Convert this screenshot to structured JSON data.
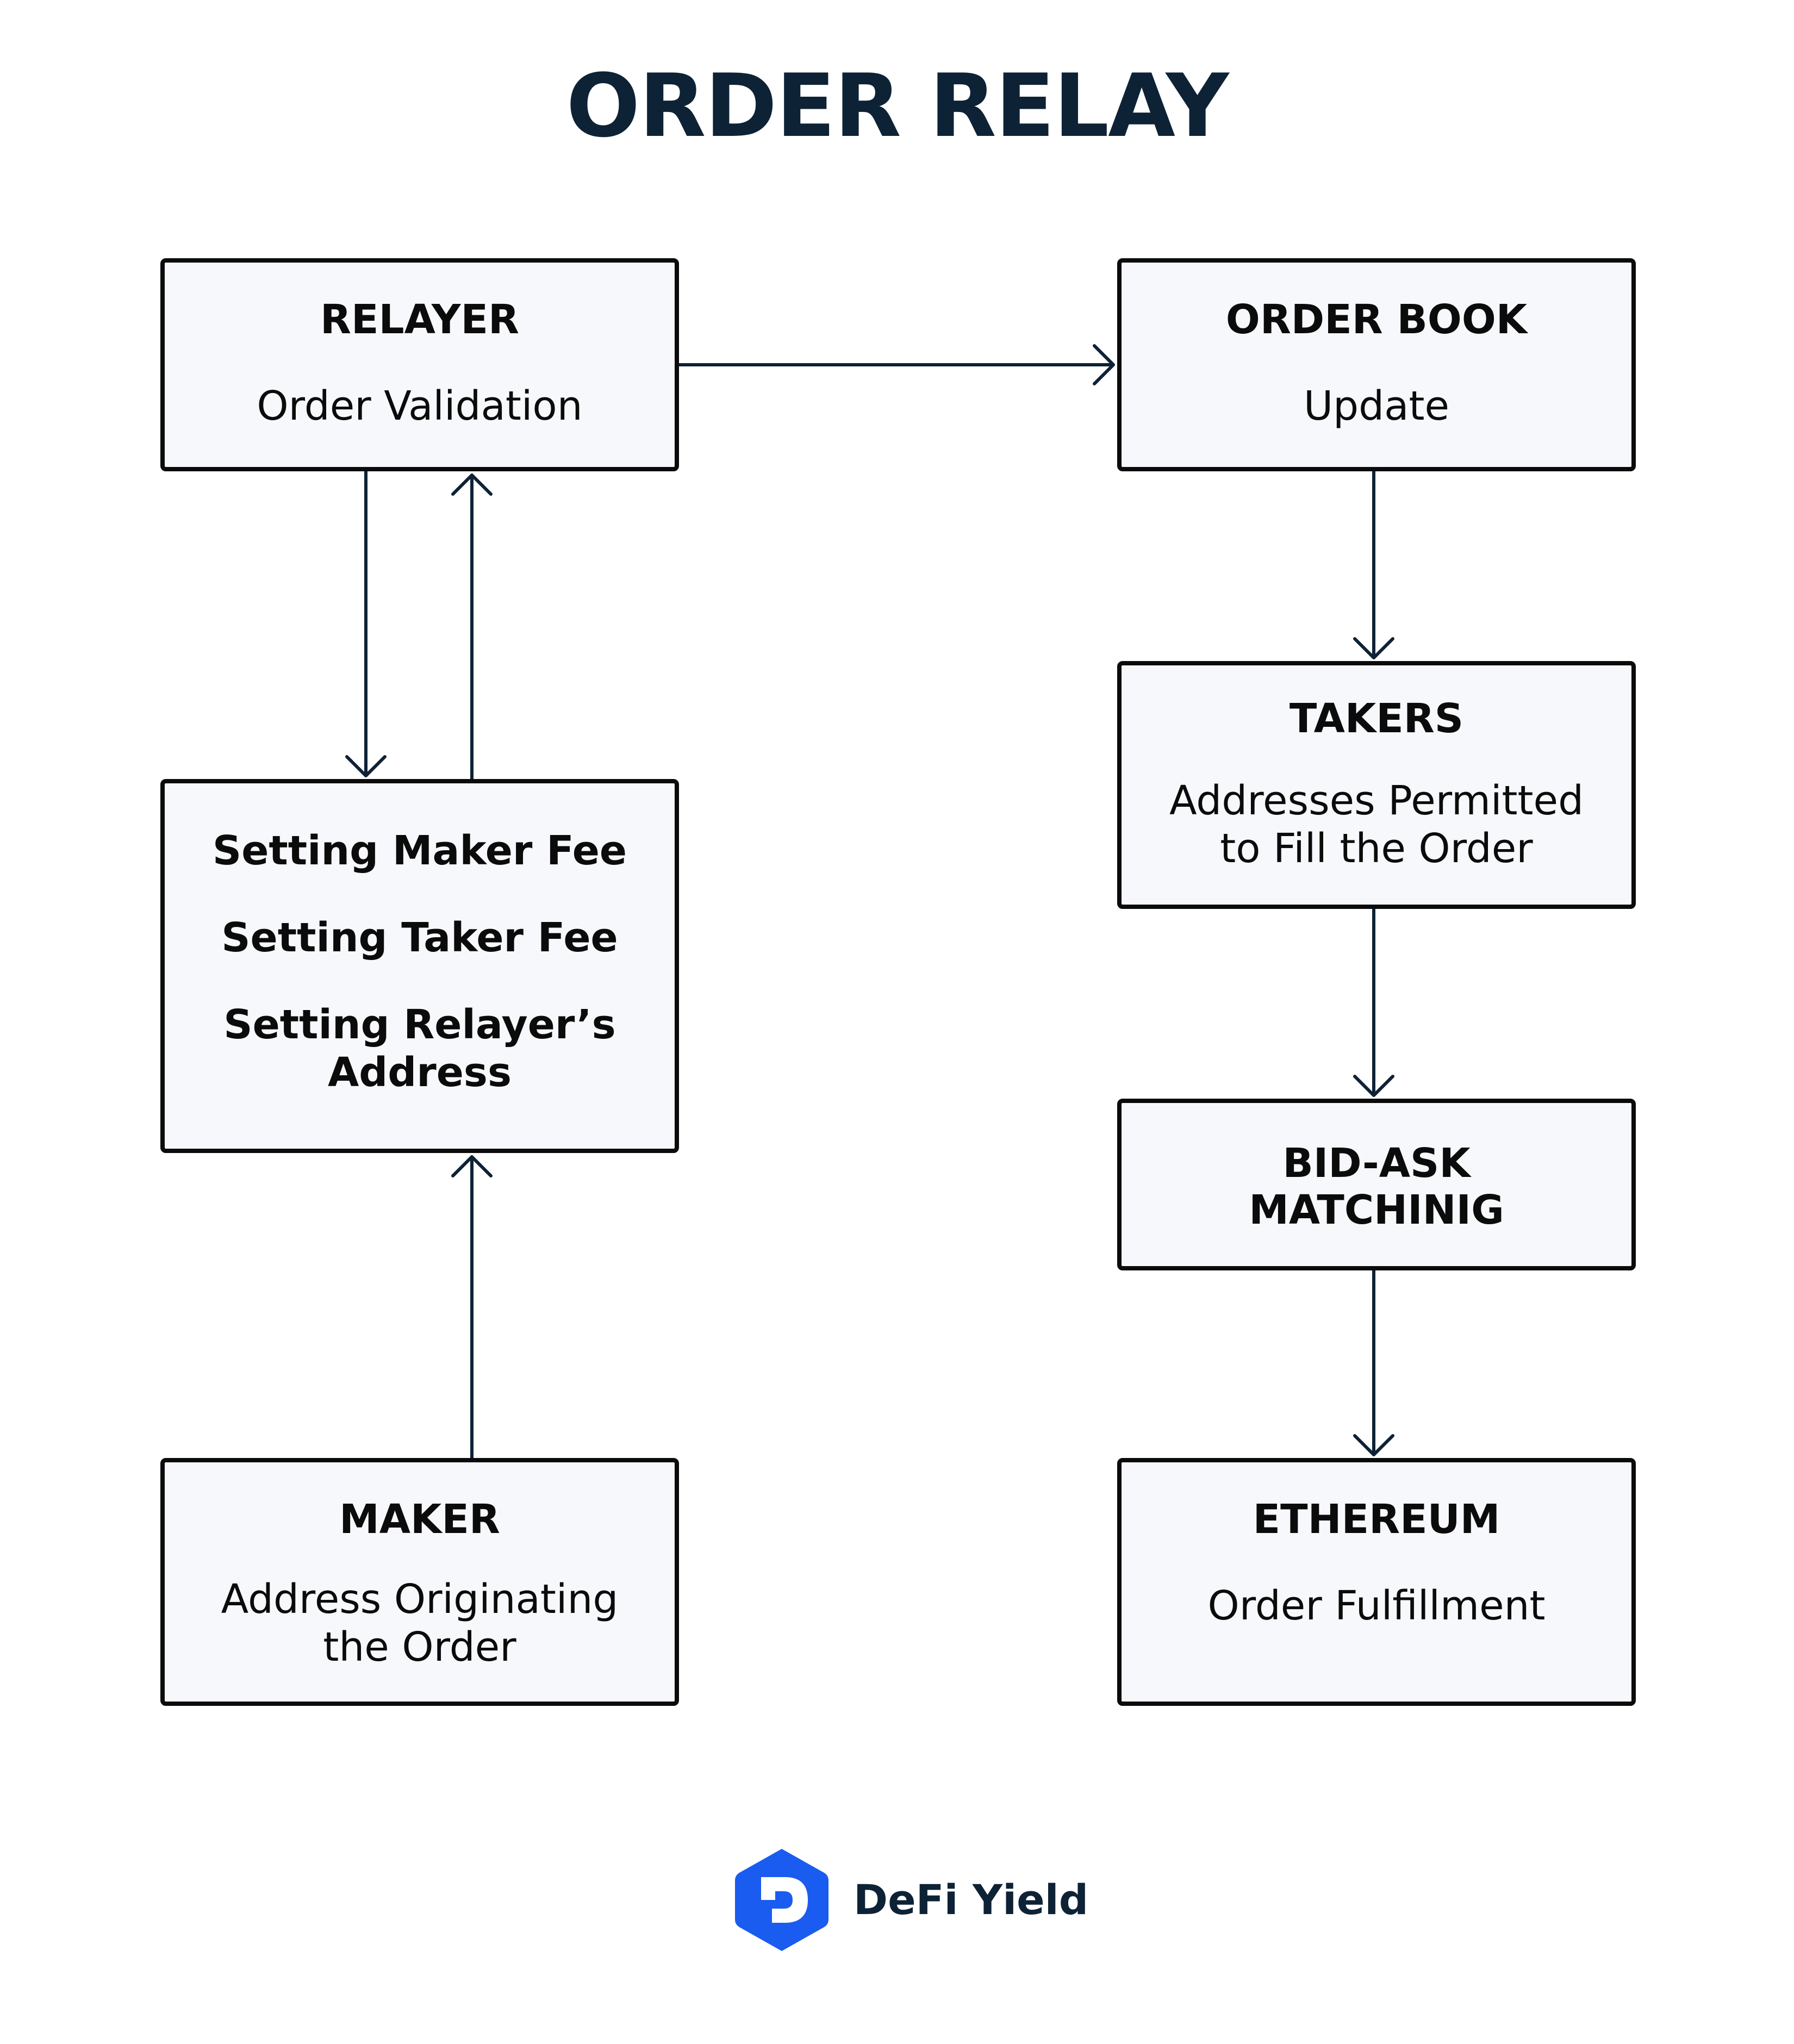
{
  "title": "ORDER RELAY",
  "nodes": {
    "relayer": {
      "heading": "RELAYER",
      "description": [
        "Order Validation"
      ]
    },
    "order_book": {
      "heading": "ORDER BOOK",
      "description": [
        "Update"
      ]
    },
    "fees": {
      "items": [
        "Setting Maker Fee",
        "Setting Taker Fee",
        "Setting Relayer’s",
        "Address"
      ]
    },
    "takers": {
      "heading": "TAKERS",
      "description": [
        "Addresses Permitted",
        "to Fill the Order"
      ]
    },
    "bid_ask": {
      "heading": [
        "BID-ASK",
        "MATCHINIG"
      ]
    },
    "maker": {
      "heading": "MAKER",
      "description": [
        "Address Originating",
        "the Order"
      ]
    },
    "ethereum": {
      "heading": "ETHEREUM",
      "description": [
        "Order Fulfillment"
      ]
    }
  },
  "edges": [
    {
      "from": "relayer",
      "to": "order_book"
    },
    {
      "from": "relayer",
      "to": "fees"
    },
    {
      "from": "fees",
      "to": "relayer"
    },
    {
      "from": "maker",
      "to": "fees"
    },
    {
      "from": "order_book",
      "to": "takers"
    },
    {
      "from": "takers",
      "to": "bid_ask"
    },
    {
      "from": "bid_ask",
      "to": "ethereum"
    }
  ],
  "brand": {
    "name": "DeFi Yield",
    "mark_letter": "D",
    "colors": {
      "mark": "#1a5cf0",
      "text": "#0e2236",
      "title": "#0e2236",
      "border": "#0b0b0b",
      "box_fill": "#f6f8fb",
      "arrow": "#0e2236"
    }
  }
}
